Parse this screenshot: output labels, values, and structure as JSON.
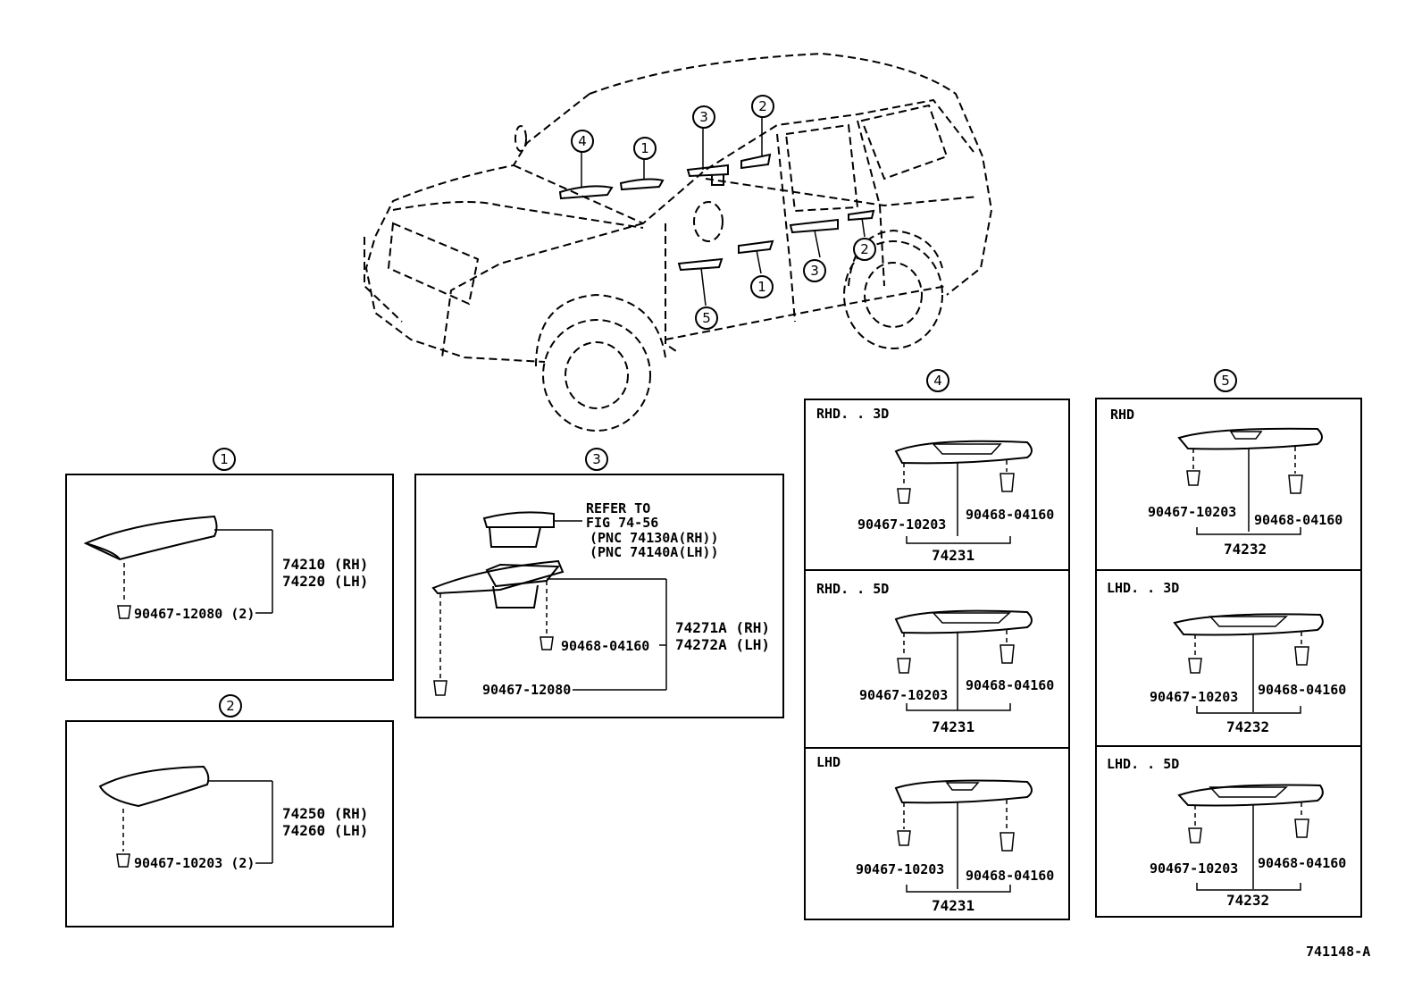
{
  "callouts": [
    "1",
    "2",
    "3",
    "4",
    "5"
  ],
  "section1": {
    "key": "1",
    "parts": [
      "74210 (RH)",
      "74220 (LH)"
    ],
    "clip": "90467-12080 (2)"
  },
  "section2": {
    "key": "2",
    "parts": [
      "74250 (RH)",
      "74260 (LH)"
    ],
    "clip": "90467-10203 (2)"
  },
  "section3": {
    "key": "3",
    "refer": [
      "REFER TO",
      "FIG 74-56",
      "(PNC 74130A(RH))",
      "(PNC 74140A(LH))"
    ],
    "parts": [
      "74271A (RH)",
      "74272A (LH)"
    ],
    "clip_a": "90468-04160",
    "clip_b": "90467-12080"
  },
  "section4": {
    "key": "4",
    "panels": [
      {
        "variant": "RHD. . 3D",
        "clip_a": "90467-10203",
        "clip_b": "90468-04160",
        "part": "74231"
      },
      {
        "variant": "RHD. . 5D",
        "clip_a": "90467-10203",
        "clip_b": "90468-04160",
        "part": "74231"
      },
      {
        "variant": "LHD",
        "clip_a": "90467-10203",
        "clip_b": "90468-04160",
        "part": "74231"
      }
    ]
  },
  "section5": {
    "key": "5",
    "panels": [
      {
        "variant": "RHD",
        "clip_a": "90467-10203",
        "clip_b": "90468-04160",
        "part": "74232"
      },
      {
        "variant": "LHD. . 3D",
        "clip_a": "90467-10203",
        "clip_b": "90468-04160",
        "part": "74232"
      },
      {
        "variant": "LHD. . 5D",
        "clip_a": "90467-10203",
        "clip_b": "90468-04160",
        "part": "74232"
      }
    ]
  },
  "figure_code": "741148-A"
}
